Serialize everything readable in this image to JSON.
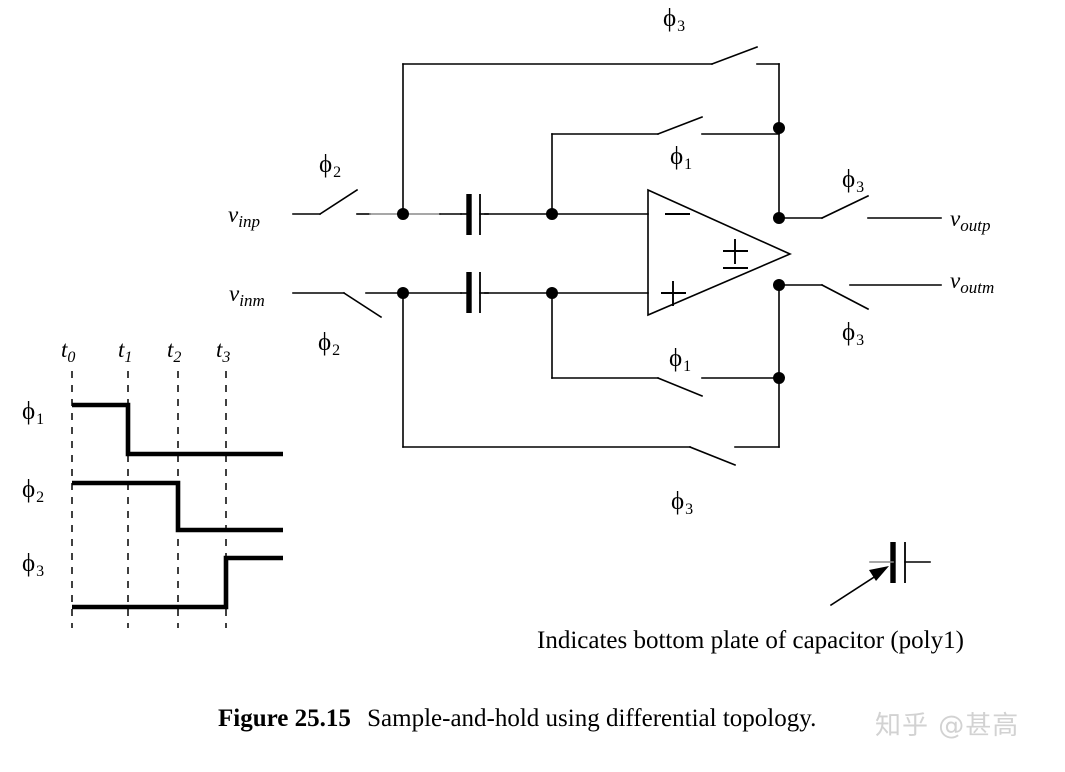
{
  "figure": {
    "number_label": "Figure 25.15",
    "caption_text": "Sample-and-hold using differential topology.",
    "legend_note": "Indicates bottom plate of capacitor (poly1)",
    "watermark": "知乎 @甚高"
  },
  "circuit": {
    "inputs": [
      {
        "name": "v_inp",
        "base": "v",
        "sub": "inp",
        "switch_phase": "ϕ",
        "switch_phase_sub": "2"
      },
      {
        "name": "v_inm",
        "base": "v",
        "sub": "inm",
        "switch_phase": "ϕ",
        "switch_phase_sub": "2"
      }
    ],
    "outputs": [
      {
        "name": "v_outp",
        "base": "v",
        "sub": "outp",
        "switch_phase": "ϕ",
        "switch_phase_sub": "3"
      },
      {
        "name": "v_outm",
        "base": "v",
        "sub": "outm",
        "switch_phase": "ϕ",
        "switch_phase_sub": "3"
      }
    ],
    "feedback_switches": [
      {
        "id": "top-outer",
        "phase": "ϕ",
        "phase_sub": "3"
      },
      {
        "id": "top-inner",
        "phase": "ϕ",
        "phase_sub": "1"
      },
      {
        "id": "bottom-inner",
        "phase": "ϕ",
        "phase_sub": "1"
      },
      {
        "id": "bottom-outer",
        "phase": "ϕ",
        "phase_sub": "3"
      }
    ],
    "opamp": {
      "input_signs": [
        "−",
        "+"
      ],
      "output_signs": [
        "+",
        "−"
      ]
    },
    "capacitors": [
      {
        "id": "cap-top",
        "bottom_plate_side": "left"
      },
      {
        "id": "cap-bottom",
        "bottom_plate_side": "left"
      }
    ]
  },
  "chart_data": {
    "type": "line",
    "title": "Clock phase timing diagram",
    "xlabel": "",
    "ylabel": "",
    "x_tick_labels": [
      "t0",
      "t1",
      "t2",
      "t3"
    ],
    "x_tick_display": [
      {
        "base": "t",
        "sub": "0"
      },
      {
        "base": "t",
        "sub": "1"
      },
      {
        "base": "t",
        "sub": "2"
      },
      {
        "base": "t",
        "sub": "3"
      }
    ],
    "x_tick_positions": [
      0,
      1,
      2,
      3
    ],
    "grid": "vertical-dashed",
    "legend_position": "left-of-axis",
    "series": [
      {
        "name": "ϕ1",
        "base": "ϕ",
        "sub": "1",
        "description": "high from t0 to t1, low after t1",
        "points": [
          {
            "t": "t0",
            "level": "high"
          },
          {
            "t": "t1",
            "level": "high"
          },
          {
            "t": "t1",
            "level": "low"
          },
          {
            "t": "end",
            "level": "low"
          }
        ]
      },
      {
        "name": "ϕ2",
        "base": "ϕ",
        "sub": "2",
        "description": "high from t0 to t2, low after t2",
        "points": [
          {
            "t": "t0",
            "level": "high"
          },
          {
            "t": "t2",
            "level": "high"
          },
          {
            "t": "t2",
            "level": "low"
          },
          {
            "t": "end",
            "level": "low"
          }
        ]
      },
      {
        "name": "ϕ3",
        "base": "ϕ",
        "sub": "3",
        "description": "low from t0 to t3, high after t3",
        "points": [
          {
            "t": "t0",
            "level": "low"
          },
          {
            "t": "t3",
            "level": "low"
          },
          {
            "t": "t3",
            "level": "high"
          },
          {
            "t": "end",
            "level": "high"
          }
        ]
      }
    ]
  },
  "colors": {
    "ink": "#000000",
    "gray_wire": "#8a8a8a",
    "watermark": "#d2d2d2",
    "background": "#ffffff"
  }
}
